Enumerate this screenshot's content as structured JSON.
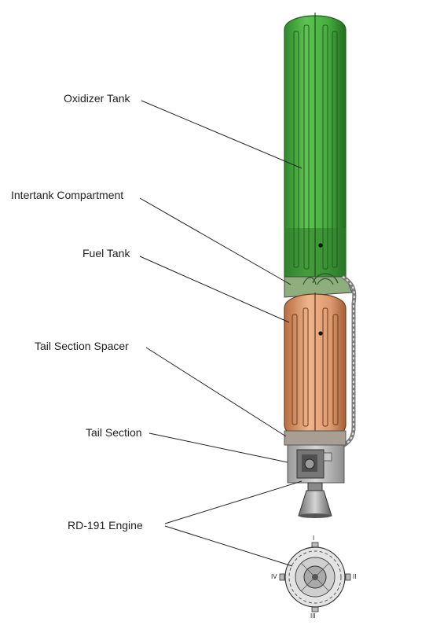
{
  "diagram": {
    "labels": {
      "oxidizer_tank": "Oxidizer Tank",
      "intertank": "Intertank Compartment",
      "fuel_tank": "Fuel Tank",
      "tail_spacer": "Tail Section Spacer",
      "tail_section": "Tail Section",
      "engine": "RD-191 Engine"
    },
    "engine_view_marks": {
      "top": "I",
      "left": "IV",
      "right": "II",
      "bottom": "III"
    },
    "colors": {
      "oxidizer": "#3f9e3a",
      "oxidizer_dark": "#1f6b1e",
      "fuel": "#d9966a",
      "fuel_dark": "#8a4a25",
      "structure": "#b9b9b9",
      "line": "#222222"
    }
  }
}
